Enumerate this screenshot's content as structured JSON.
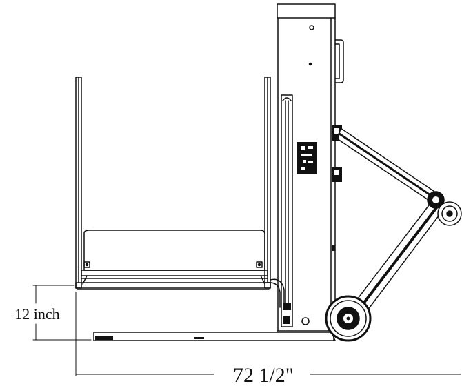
{
  "diagram": {
    "dimensions": {
      "height_label": "12 inch",
      "width_label": "72 1/2\""
    },
    "parts": [
      "mast-column",
      "platform-cage",
      "platform-floor",
      "control-panel",
      "push-handle",
      "base-frame",
      "diagonal-strut",
      "upper-wheel",
      "lower-wheel",
      "slide-rail"
    ],
    "colors": {
      "line": "#111111",
      "background": "#ffffff"
    }
  }
}
